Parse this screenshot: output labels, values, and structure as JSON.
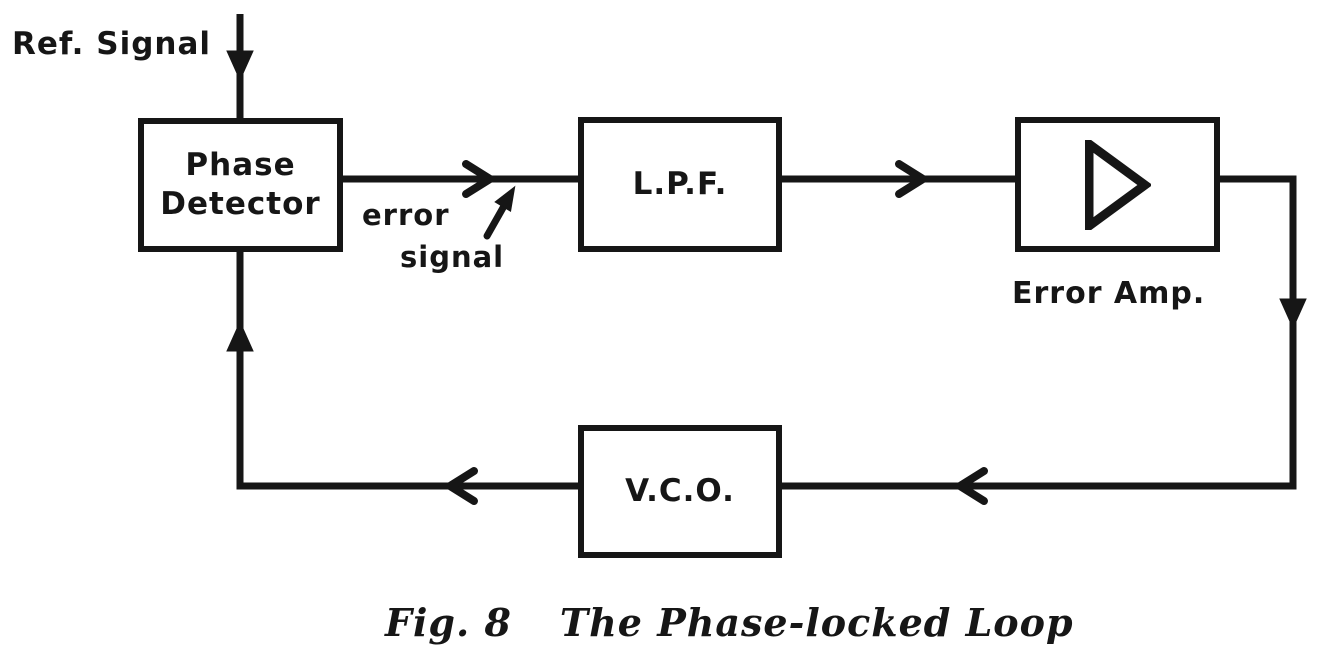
{
  "diagram": {
    "title": "Phase-locked Loop block diagram",
    "ink_color": "#161616",
    "background_color": "#ffffff",
    "blocks": {
      "phase_detector": {
        "line1": "Phase",
        "line2": "Detector"
      },
      "lpf": {
        "label": "L.P.F."
      },
      "error_amp": {
        "label": "Error Amp."
      },
      "vco": {
        "label": "V.C.O."
      }
    },
    "labels": {
      "ref_signal": "Ref. Signal",
      "error_line1": "error",
      "error_line2": "signal"
    },
    "caption": {
      "fig": "Fig. 8",
      "title": "The Phase-locked Loop"
    },
    "icons": [
      "amplifier-triangle-icon",
      "arrowhead-down-icon",
      "arrowhead-up-icon",
      "arrowhead-right-icon",
      "arrowhead-left-icon",
      "error-signal-pointer-icon"
    ]
  }
}
